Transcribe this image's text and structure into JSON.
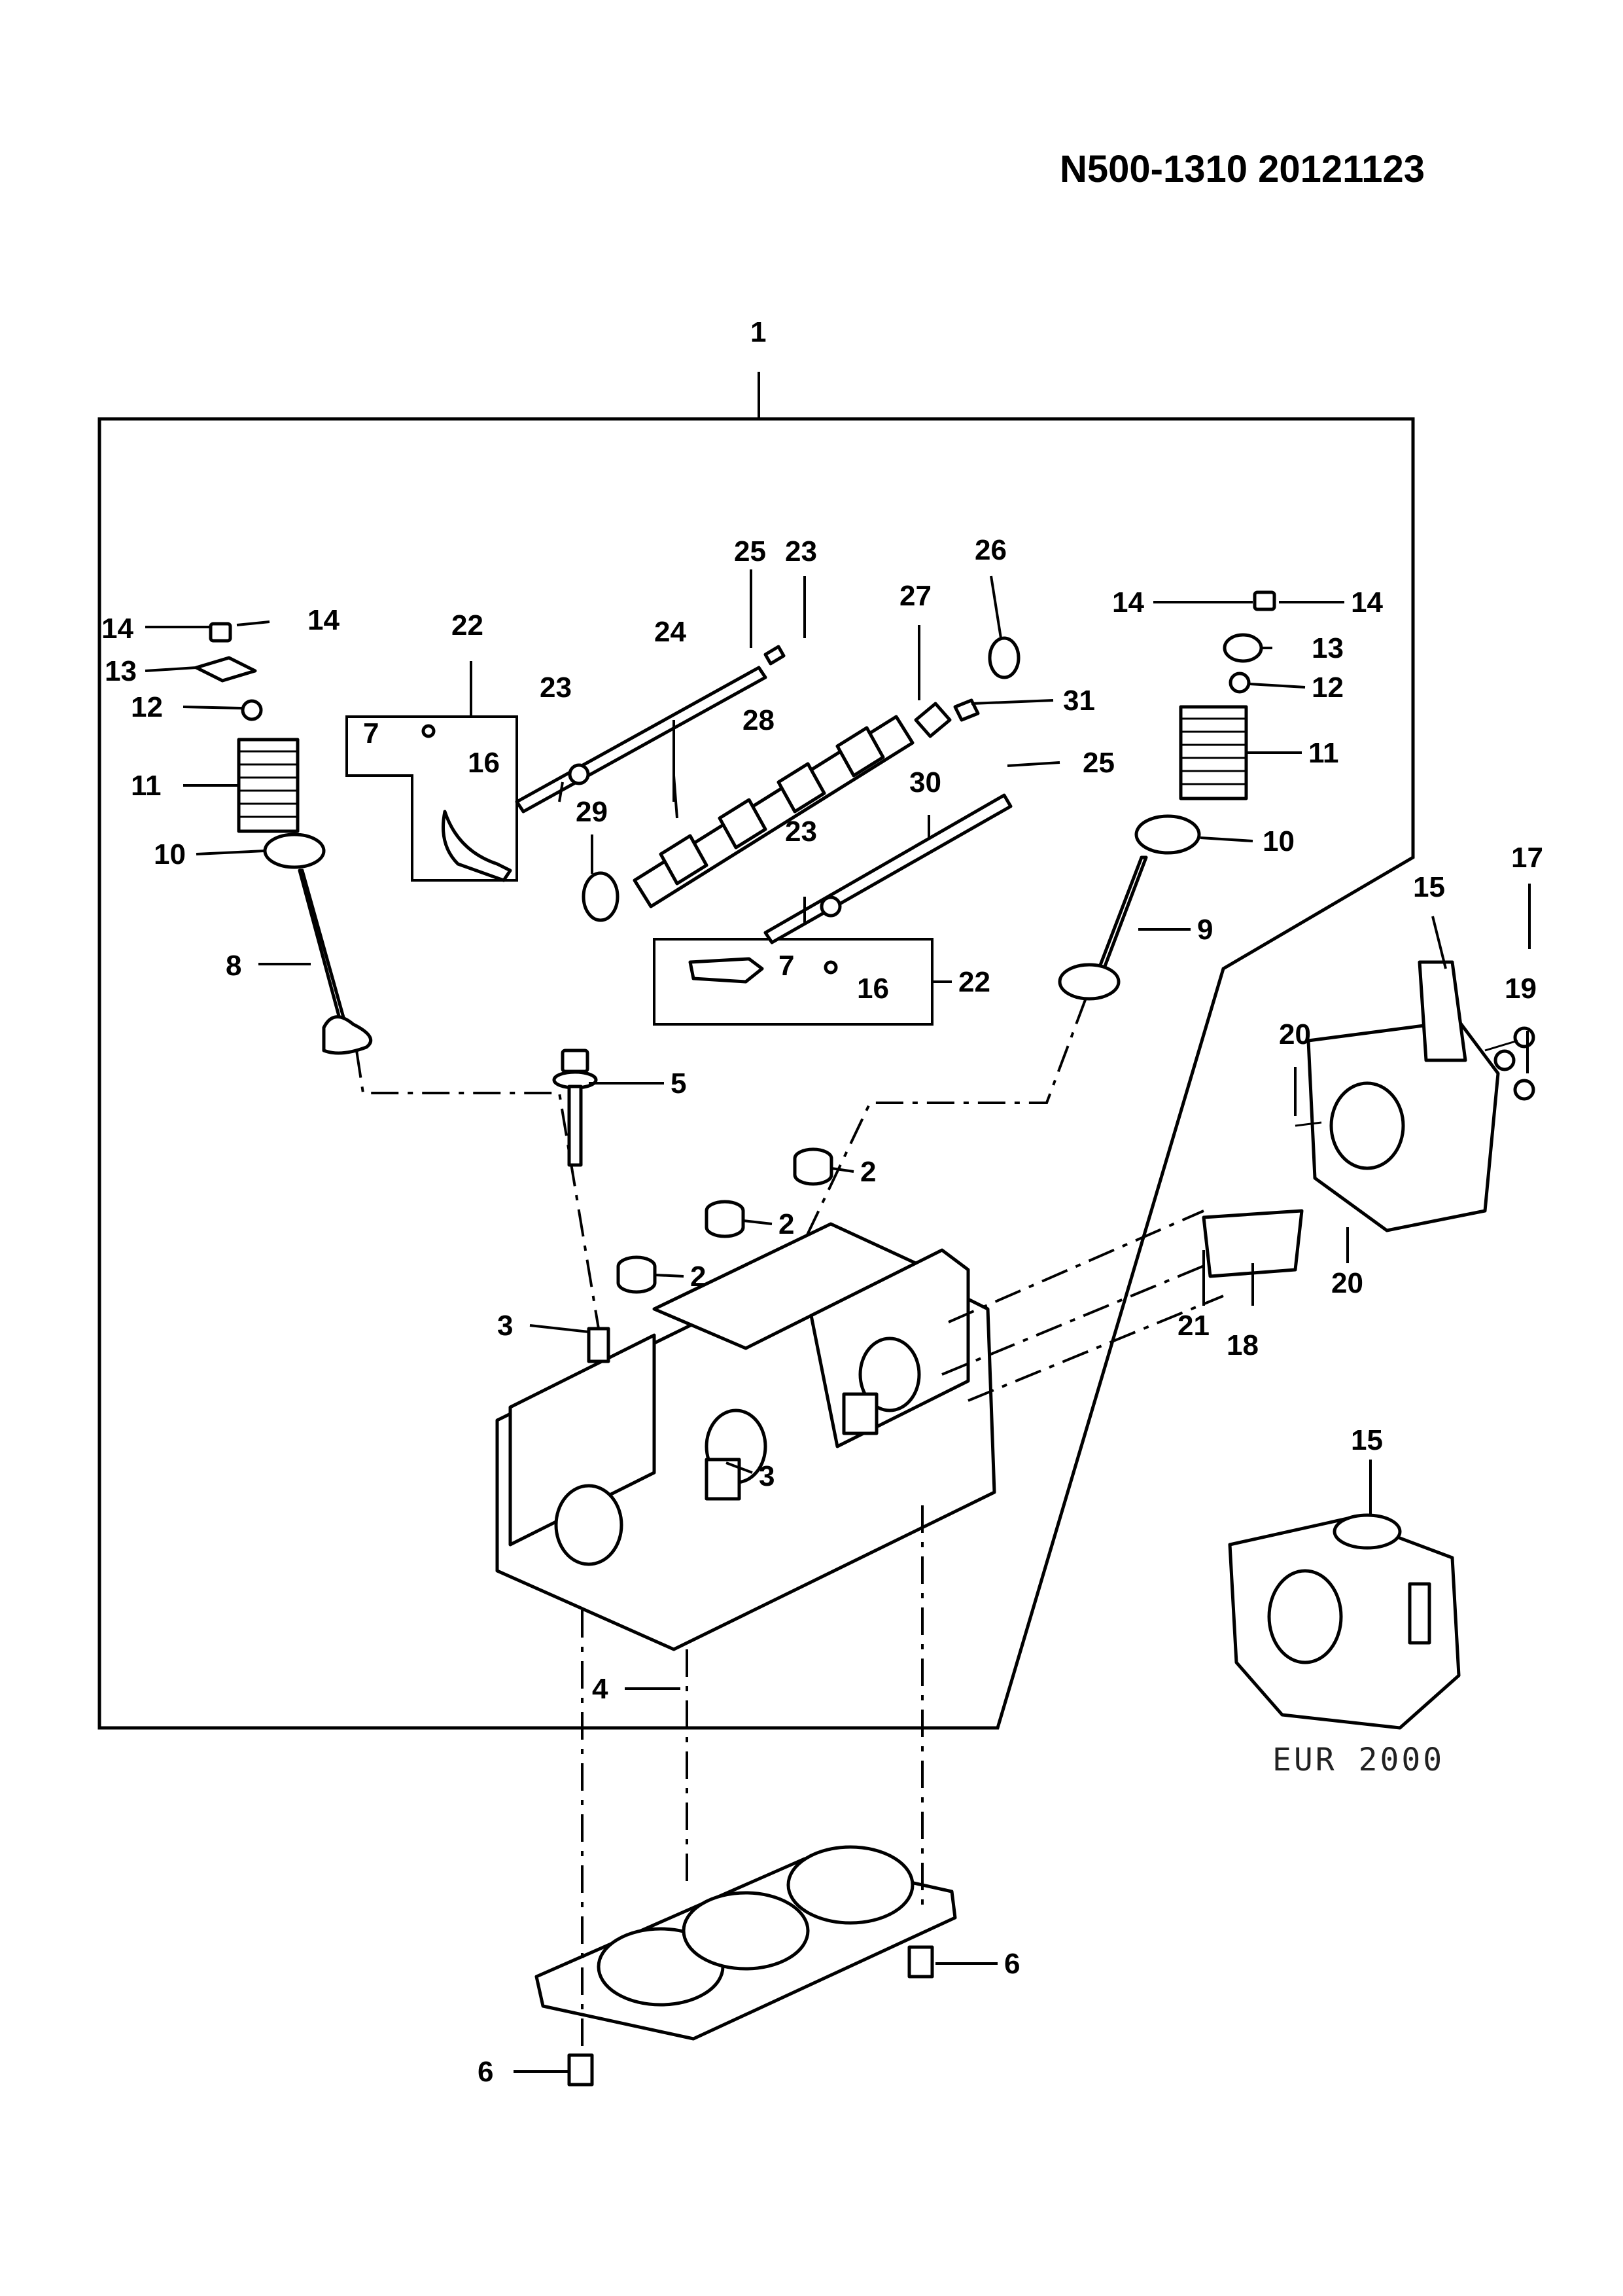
{
  "header": {
    "code": "N500-1310  20121123"
  },
  "callouts": {
    "c1": "1",
    "c2a": "2",
    "c2b": "2",
    "c2c": "2",
    "c3a": "3",
    "c3b": "3",
    "c4": "4",
    "c5": "5",
    "c6a": "6",
    "c6b": "6",
    "c7a": "7",
    "c7b": "7",
    "c8": "8",
    "c9": "9",
    "c10a": "10",
    "c10b": "10",
    "c11a": "11",
    "c11b": "11",
    "c12a": "12",
    "c12b": "12",
    "c13a": "13",
    "c13b": "13",
    "c14a": "14",
    "c14b": "14",
    "c14c": "14",
    "c14d": "14",
    "c15a": "15",
    "c15b": "15",
    "c16a": "16",
    "c16b": "16",
    "c17": "17",
    "c18": "18",
    "c19": "19",
    "c20a": "20",
    "c20b": "20",
    "c21": "21",
    "c22a": "22",
    "c22b": "22",
    "c23a": "23",
    "c23b": "23",
    "c23c": "23",
    "c24": "24",
    "c25a": "25",
    "c25b": "25",
    "c26": "26",
    "c27": "27",
    "c28": "28",
    "c29": "29",
    "c30": "30",
    "c31": "31"
  },
  "variant_label": "EUR 2000"
}
